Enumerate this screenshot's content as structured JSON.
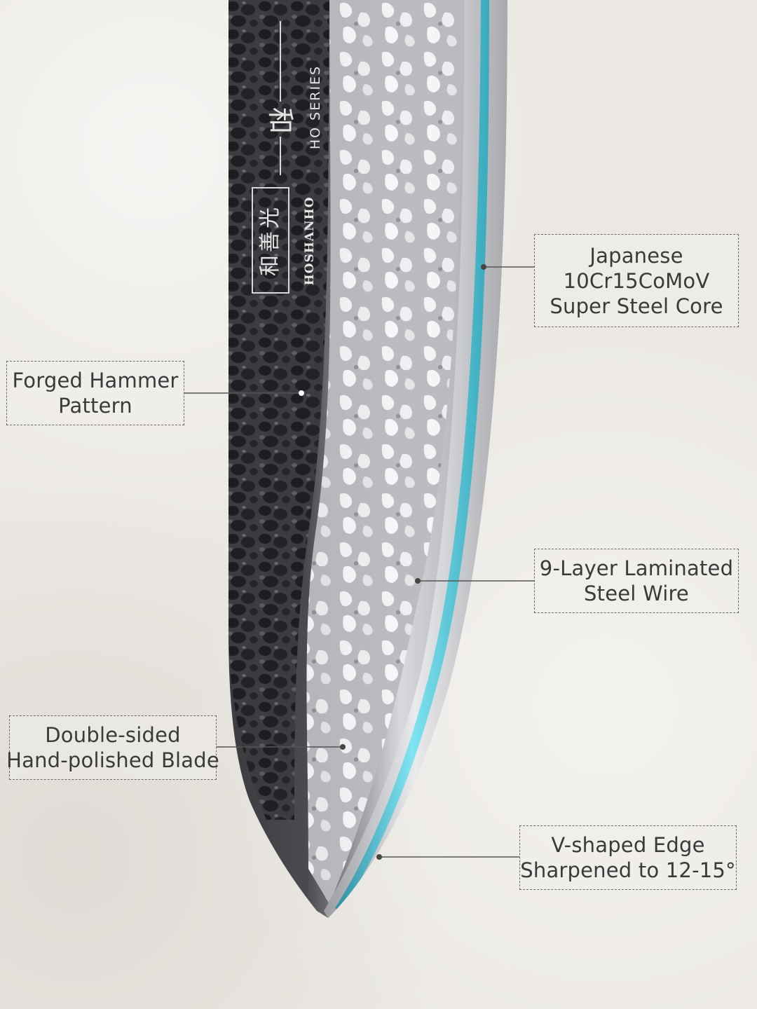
{
  "brand": {
    "kanji_large": "和",
    "series_label": "HO SERIES",
    "seal_text": "和善光",
    "brand_name": "HOSHANHO"
  },
  "callouts": {
    "steel_core": {
      "lines": [
        "Japanese",
        "10Cr15CoMoV",
        "Super Steel Core"
      ]
    },
    "hammer_pattern": {
      "lines": [
        "Forged Hammer",
        "Pattern"
      ]
    },
    "laminated_wire": {
      "lines": [
        "9-Layer Laminated",
        "Steel Wire"
      ]
    },
    "polished_blade": {
      "lines": [
        "Double-sided",
        "Hand-polished Blade"
      ]
    },
    "edge": {
      "lines": [
        "V-shaped Edge",
        "Sharpened to 12-15°"
      ]
    }
  },
  "colors": {
    "background": "#ebe8e3",
    "blade_dark": "#3a3b3e",
    "blade_light": "#c9cacd",
    "edge_accent": "#5fc8da",
    "leader_line": "#555555"
  }
}
